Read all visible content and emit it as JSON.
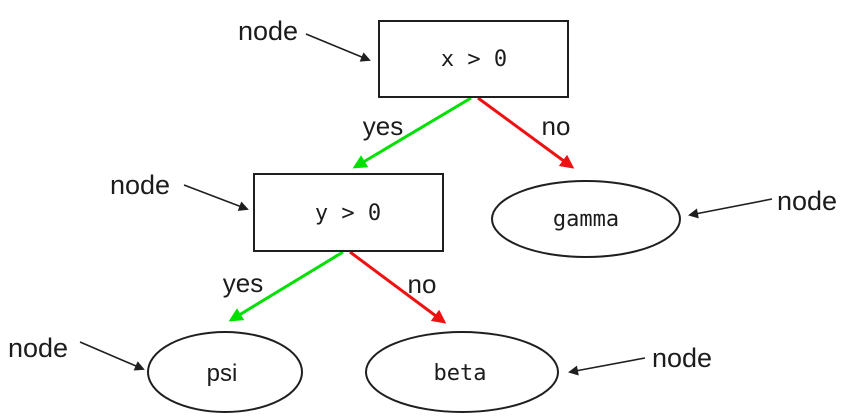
{
  "diagram": {
    "kind": "decision-tree",
    "annotation": {
      "label": "node"
    },
    "nodes": {
      "root": {
        "label": "x > 0",
        "shape": "rectangle"
      },
      "child": {
        "label": "y > 0",
        "shape": "rectangle"
      },
      "gamma": {
        "label": "gamma",
        "shape": "ellipse"
      },
      "psi": {
        "label": "psi",
        "shape": "ellipse"
      },
      "beta": {
        "label": "beta",
        "shape": "ellipse"
      }
    },
    "edge_labels": {
      "yes": "yes",
      "no": "no"
    },
    "colors": {
      "yes_edge": "#00e000",
      "no_edge": "#ee1111",
      "outline": "#1f1f1f",
      "text": "#1c1c1c"
    }
  }
}
